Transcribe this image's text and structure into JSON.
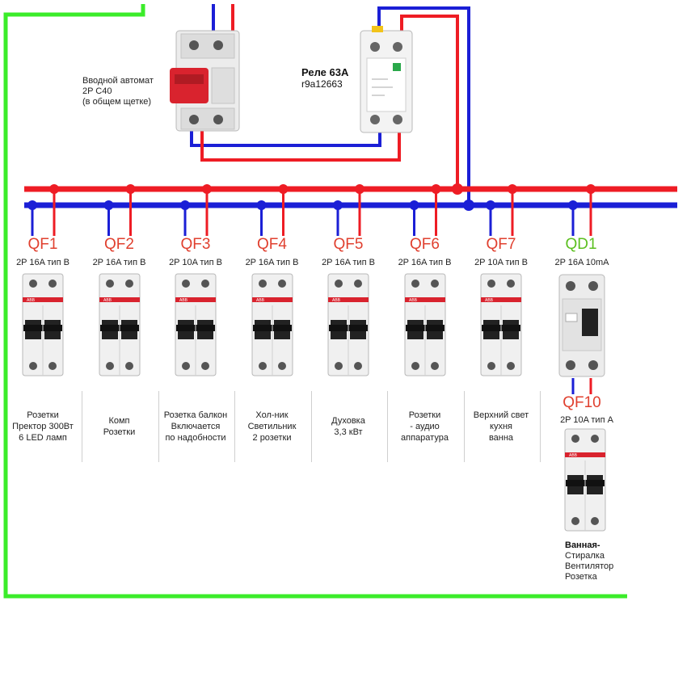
{
  "intro_breaker": {
    "label_line1": "Вводной автомат",
    "label_line2": "2P C40",
    "label_line3": "(в общем щетке)"
  },
  "relay": {
    "title": "Реле 63А",
    "model": "r9a12663"
  },
  "breakers": [
    {
      "id": "QF1",
      "spec": "2P 16A тип B",
      "caption": [
        "Розетки",
        "Пректор 300Вт",
        "6 LED ламп"
      ]
    },
    {
      "id": "QF2",
      "spec": "2P 16A тип B",
      "caption": [
        "Комп",
        "Розетки"
      ]
    },
    {
      "id": "QF3",
      "spec": "2P 10A тип B",
      "caption": [
        "Розетка балкон",
        "Включается",
        "по надобности"
      ]
    },
    {
      "id": "QF4",
      "spec": "2P 16A тип B",
      "caption": [
        "Хол-ник",
        "Светильник",
        "2 розетки"
      ]
    },
    {
      "id": "QF5",
      "spec": "2P 16A тип B",
      "caption": [
        "Духовка",
        "3,3 кВт"
      ]
    },
    {
      "id": "QF6",
      "spec": "2P 16A тип B",
      "caption": [
        "Розетки",
        "- аудио",
        "аппаратура"
      ]
    },
    {
      "id": "QF7",
      "spec": "2P 10A тип B",
      "caption": [
        "Верхний свет",
        "кухня",
        "ванна"
      ]
    }
  ],
  "rcd": {
    "id": "QD1",
    "spec": "2P 16A 10mA"
  },
  "sub_breaker": {
    "id": "QF10",
    "spec": "2P 10A тип A",
    "caption_title": "Ванная-",
    "caption_lines": [
      "Стиралка",
      "Вентилятор",
      "Розетка"
    ]
  },
  "device_brand": "ABB",
  "colors": {
    "phase": "#ee1c24",
    "neutral": "#1b1fd6",
    "ground": "#3bec2a",
    "qf_title": "#e0402f",
    "qd_title": "#5bbf1f",
    "breaker_stripe": "#d9232e"
  }
}
